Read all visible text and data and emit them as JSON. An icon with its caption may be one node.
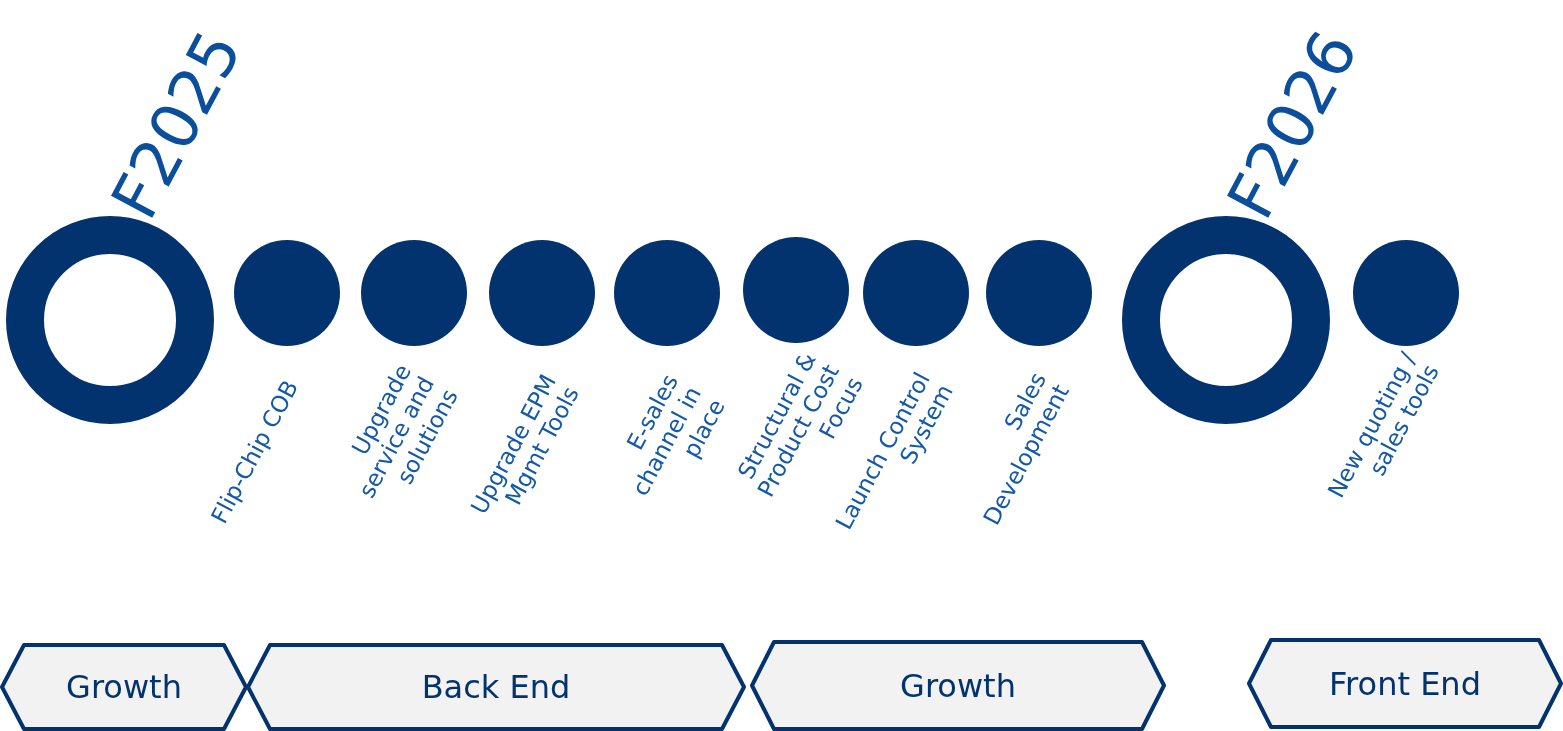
{
  "diagram": {
    "nodes": [
      {
        "text": [
          "F2025"
        ]
      },
      {
        "text": [
          "Flip-Chip COB"
        ]
      },
      {
        "text": [
          "Upgrade service and solutions"
        ]
      },
      {
        "text": [
          "Upgrade EPM Mgmt Tools"
        ]
      },
      {
        "text": [
          "E-sales channel in place"
        ]
      },
      {
        "text": [
          "Structural & Product Cost Focus"
        ]
      },
      {
        "text": [
          "Launch Control System"
        ]
      },
      {
        "text": [
          "Sales Development"
        ]
      },
      {
        "text": [
          "F2026"
        ]
      },
      {
        "text": [
          "New quoting / sales tools"
        ]
      },
      {
        "text": [
          "Growth"
        ]
      },
      {
        "text": [
          "Back End"
        ]
      },
      {
        "text": [
          "Growth"
        ]
      },
      {
        "text": [
          "Front End"
        ]
      }
    ]
  }
}
